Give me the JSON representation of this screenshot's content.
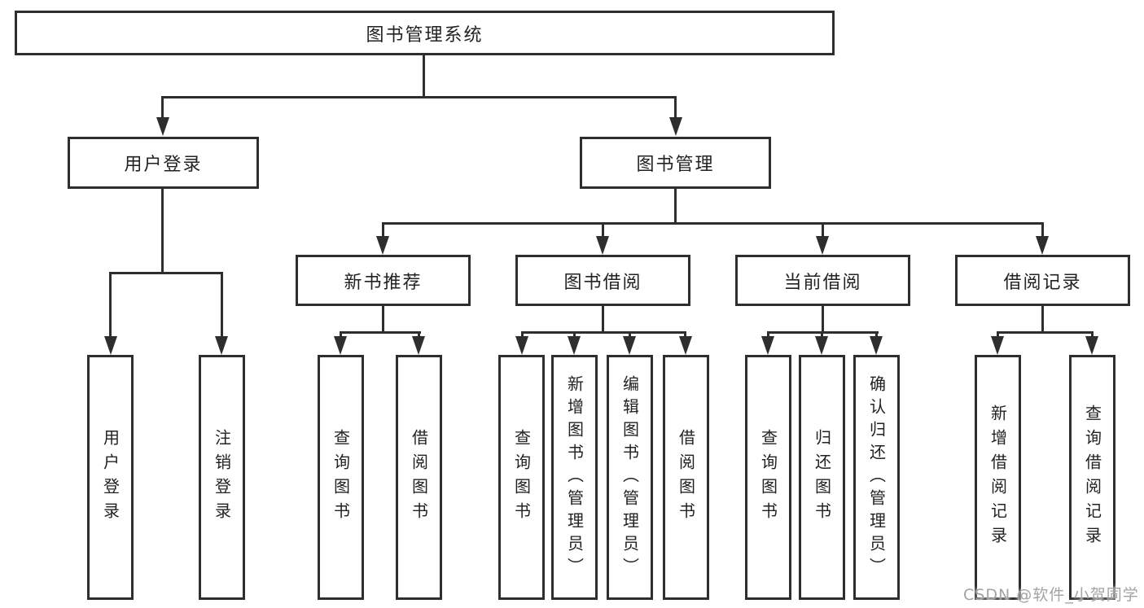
{
  "diagram": {
    "root": {
      "label": "图书管理系统"
    },
    "level2": [
      {
        "label": "用户登录"
      },
      {
        "label": "图书管理"
      }
    ],
    "level3": [
      {
        "label": "新书推荐"
      },
      {
        "label": "图书借阅"
      },
      {
        "label": "当前借阅"
      },
      {
        "label": "借阅记录"
      }
    ],
    "leaves": {
      "user_login": [
        "用户登录",
        "注销登录"
      ],
      "new_book_recommend": [
        "查询图书",
        "借阅图书"
      ],
      "book_borrow": [
        "查询图书",
        "新增图书（管理员）",
        "编辑图书（管理员）",
        "借阅图书"
      ],
      "current_borrow": [
        "查询图书",
        "归还图书",
        "确认归还（管理员）"
      ],
      "borrow_record": [
        "新增借阅记录",
        "查询借阅记录"
      ]
    },
    "colors": {
      "line": "#2e2e2e",
      "text": "#222222",
      "background": "#ffffff",
      "watermark": "#a3a3a3"
    }
  },
  "watermark": {
    "text": "CSDN @软件_小贺同学"
  }
}
